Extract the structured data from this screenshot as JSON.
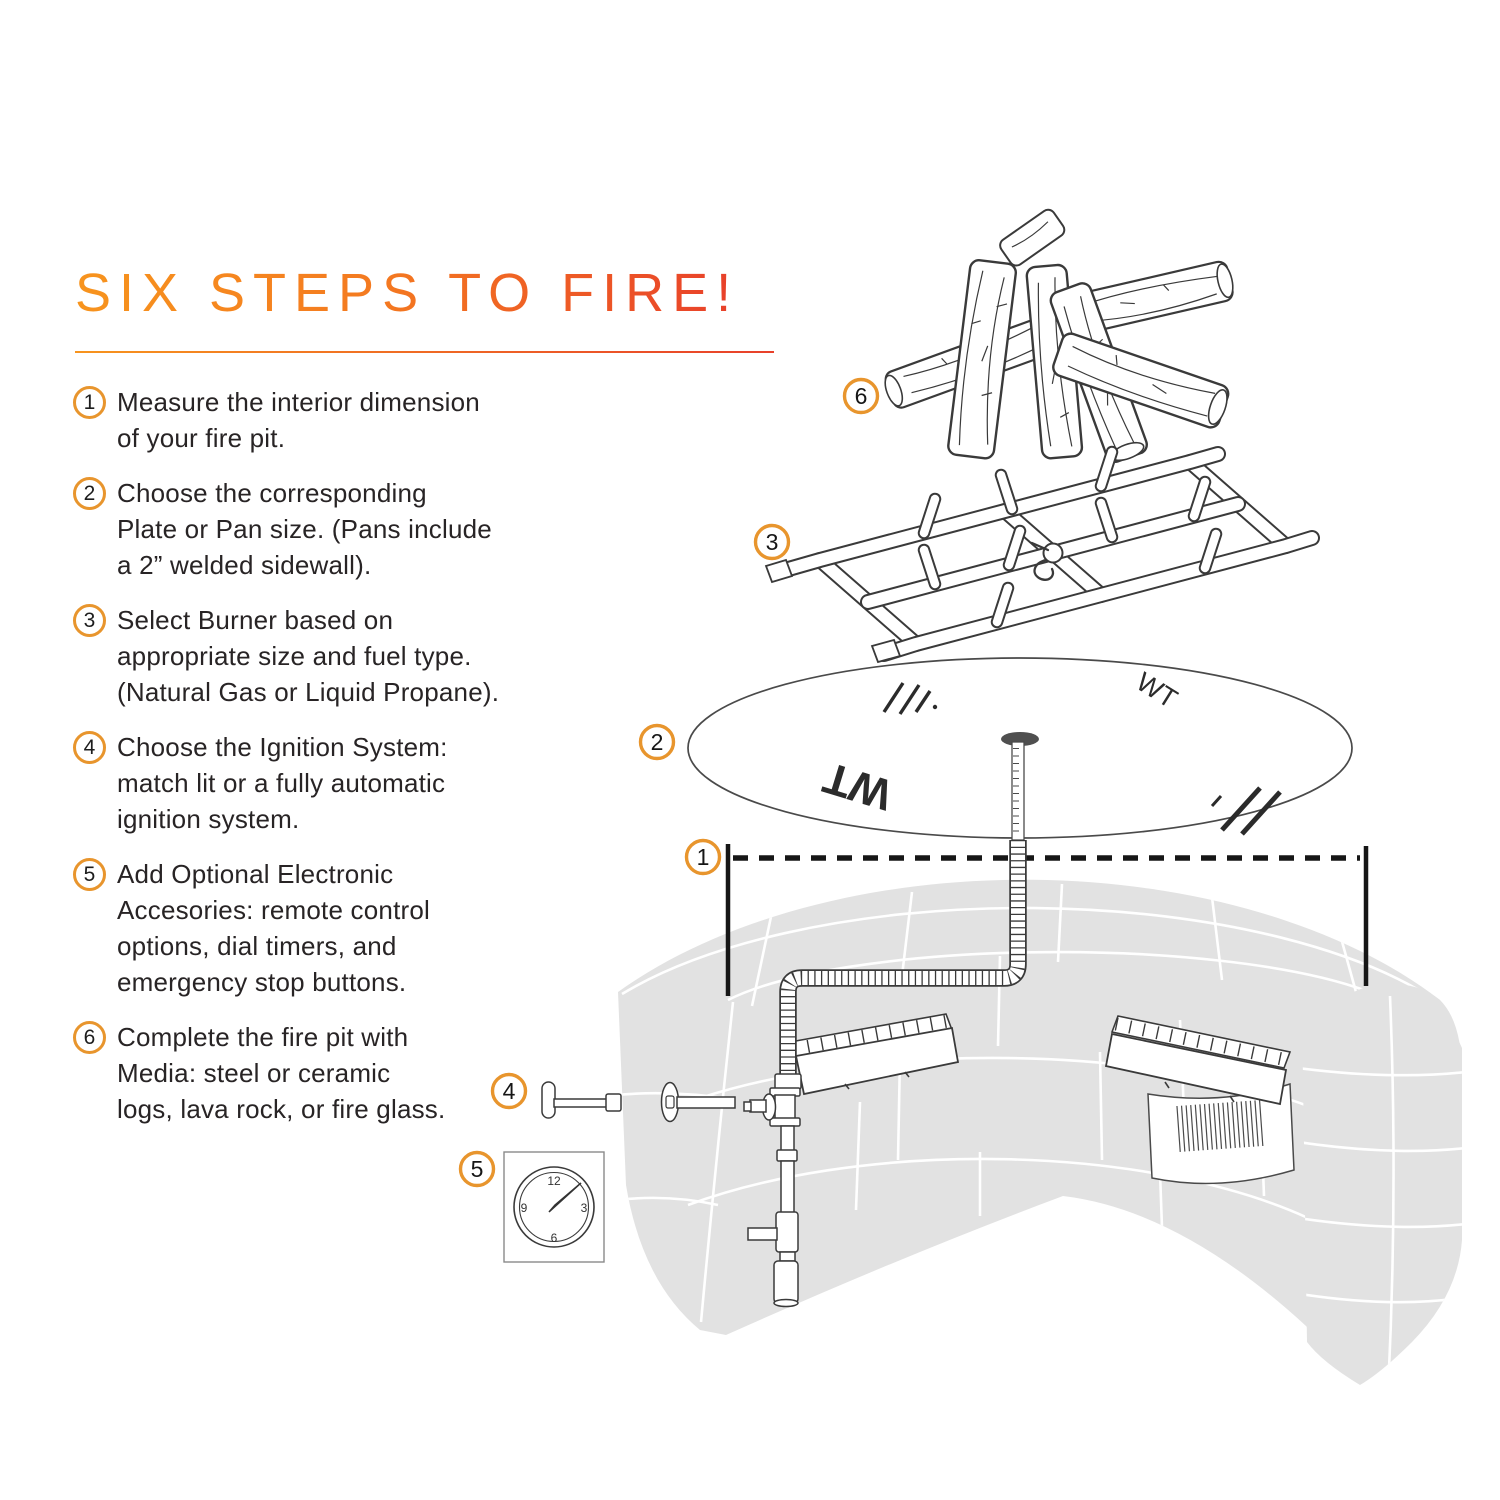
{
  "header": {
    "title": "SIX STEPS TO FIRE!"
  },
  "steps": [
    {
      "num": "1",
      "text": "Measure the interior dimension\nof your fire pit."
    },
    {
      "num": "2",
      "text": "Choose the corresponding\nPlate or Pan size. (Pans include\na 2” welded sidewall)."
    },
    {
      "num": "3",
      "text": "Select Burner based on\nappropriate size and fuel type.\n(Natural Gas or Liquid Propane)."
    },
    {
      "num": "4",
      "text": "Choose the Ignition System:\nmatch lit or a fully automatic\nignition system."
    },
    {
      "num": "5",
      "text": "Add Optional Electronic\nAccesories: remote control\noptions, dial timers, and\nemergency stop buttons."
    },
    {
      "num": "6",
      "text": "Complete the fire pit with\nMedia: steel or ceramic\nlogs, lava rock, or fire glass."
    }
  ],
  "diagram": {
    "callouts": [
      {
        "num": "1",
        "part": "interior-dimension"
      },
      {
        "num": "2",
        "part": "plate-or-pan"
      },
      {
        "num": "3",
        "part": "burner"
      },
      {
        "num": "4",
        "part": "key-valve-ignition"
      },
      {
        "num": "5",
        "part": "dial-timer"
      },
      {
        "num": "6",
        "part": "log-media"
      }
    ],
    "plate_marks": {
      "wt_large": "WT",
      "wt_small": "WT"
    },
    "timer": {
      "n12": "12",
      "n3": "3",
      "n6": "6",
      "n9": "9"
    }
  },
  "colors": {
    "accent_ring": "#E8952D",
    "title_gradient_start": "#F7941E",
    "title_gradient_end": "#E8402A",
    "ink": "#282425",
    "line_art": "#3A3A3A",
    "masonry_gray": "#E2E2E2"
  }
}
